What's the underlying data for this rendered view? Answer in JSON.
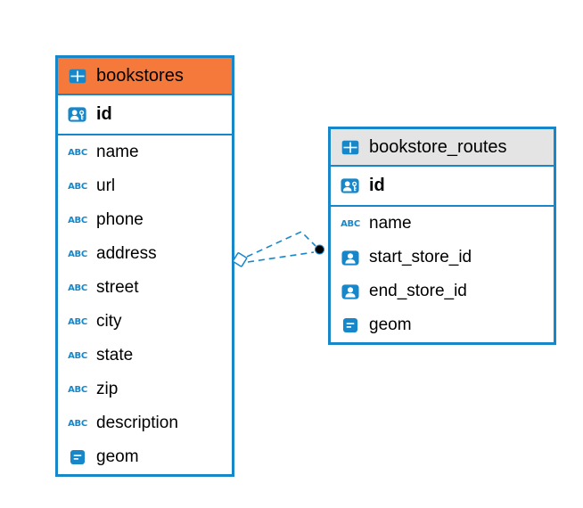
{
  "diagram": {
    "background": "#ffffff"
  },
  "colors": {
    "accent_blue": "#1787c9",
    "bookstores_header_orange": "#f4793b",
    "routes_header_gray": "#e4e4e4",
    "text": "#000000",
    "relationship_dot": "#000000"
  },
  "icons": {
    "abc_label": "ABC"
  },
  "tables": [
    {
      "title": "bookstores",
      "pk": {
        "label": "id",
        "icon": "primary-key-user-icon"
      },
      "fields": [
        {
          "label": "name",
          "icon": "text-abc-icon"
        },
        {
          "label": "url",
          "icon": "text-abc-icon"
        },
        {
          "label": "phone",
          "icon": "text-abc-icon"
        },
        {
          "label": "address",
          "icon": "text-abc-icon"
        },
        {
          "label": "street",
          "icon": "text-abc-icon"
        },
        {
          "label": "city",
          "icon": "text-abc-icon"
        },
        {
          "label": "state",
          "icon": "text-abc-icon"
        },
        {
          "label": "zip",
          "icon": "text-abc-icon"
        },
        {
          "label": "description",
          "icon": "text-abc-icon"
        },
        {
          "label": "geom",
          "icon": "geometry-icon"
        }
      ]
    },
    {
      "title": "bookstore_routes",
      "pk": {
        "label": "id",
        "icon": "primary-key-user-icon"
      },
      "fields": [
        {
          "label": "name",
          "icon": "text-abc-icon"
        },
        {
          "label": "start_store_id",
          "icon": "foreign-key-user-icon"
        },
        {
          "label": "end_store_id",
          "icon": "foreign-key-user-icon"
        },
        {
          "label": "geom",
          "icon": "geometry-icon"
        }
      ]
    }
  ],
  "relationships": [
    {
      "from_table": "bookstores",
      "to_table": "bookstore_routes",
      "line_style": "dashed",
      "line_count": 2,
      "start_connector": "diamond",
      "end_connector": "filled-dot"
    }
  ]
}
